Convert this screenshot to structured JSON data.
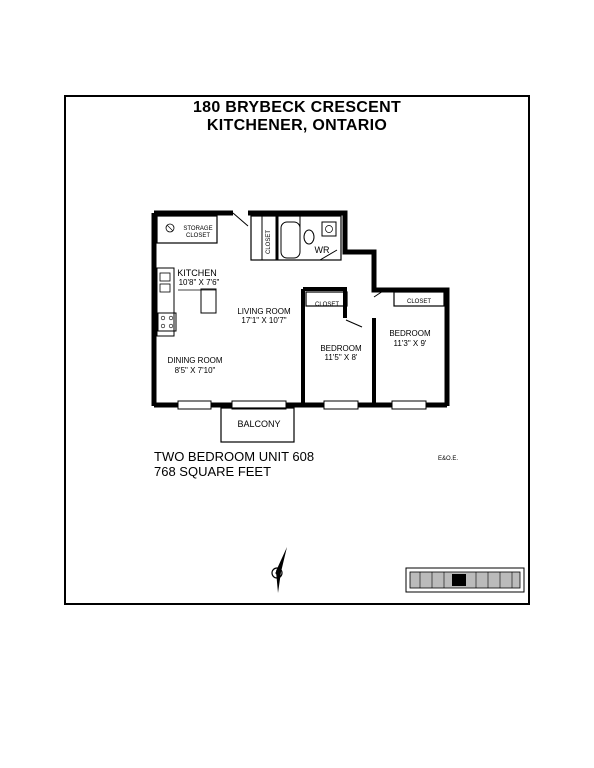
{
  "header": {
    "line1": "180 BRYBECK CRESCENT",
    "line2": "KITCHENER, ONTARIO"
  },
  "rooms": {
    "storage_closet_1": "STORAGE",
    "storage_closet_2": "CLOSET",
    "closet_vertical": "CLOSET",
    "wr": "WR",
    "kitchen_name": "KITCHEN",
    "kitchen_dim": "10'8\" X 7'6\"",
    "living_name": "LIVING ROOM",
    "living_dim": "17'1\" X 10'7\"",
    "dining_name": "DINING ROOM",
    "dining_dim": "8'5\" X 7'10\"",
    "closet_bed1": "CLOSET",
    "bedroom1_name": "BEDROOM",
    "bedroom1_dim": "11'5\" X 8'",
    "closet_bed2": "CLOSET",
    "bedroom2_name": "BEDROOM",
    "bedroom2_dim": "11'3\" X 9'",
    "balcony": "BALCONY"
  },
  "unit_info": {
    "name": "TWO BEDROOM UNIT 608",
    "area": "768 SQUARE FEET"
  },
  "disclaimer": "E&O.E.",
  "icons": {
    "compass": "north-arrow-icon",
    "key_plan": "building-key-plan-icon"
  }
}
